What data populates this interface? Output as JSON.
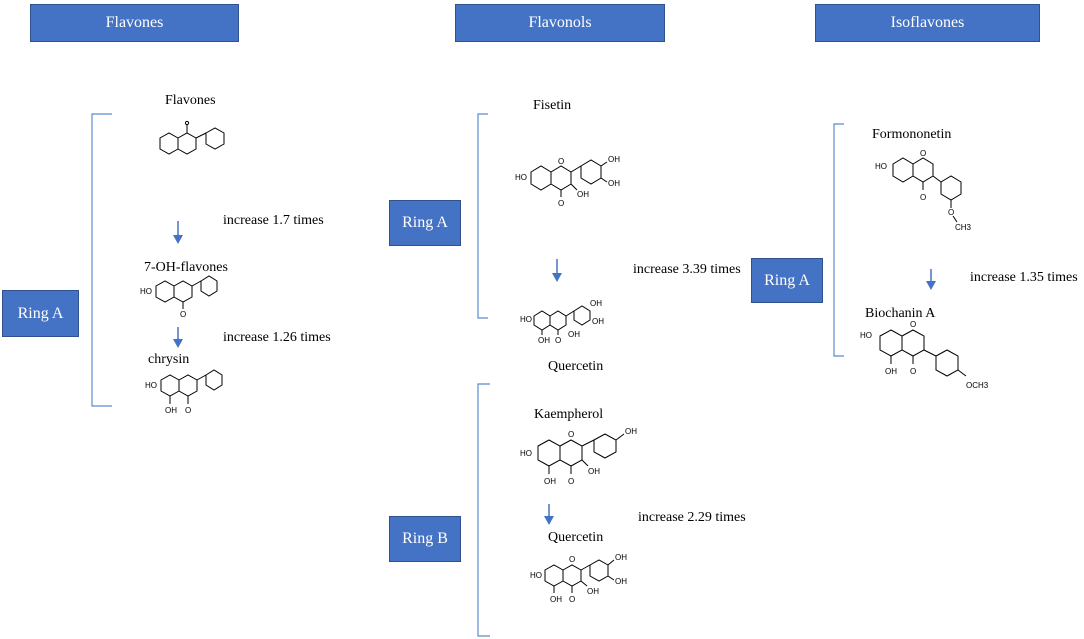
{
  "headers": {
    "flavones": "Flavones",
    "flavonols": "Flavonols",
    "isoflavones": "Isoflavones"
  },
  "rings": {
    "flavones_ring_a": "Ring A",
    "flavonols_ring_a": "Ring A",
    "flavonols_ring_b": "Ring B",
    "isoflavones_ring_a": "Ring A"
  },
  "compounds": {
    "flavones": "Flavones",
    "oh7_flavones": "7-OH-flavones",
    "chrysin": "chrysin",
    "fisetin": "Fisetin",
    "quercetin_1": "Quercetin",
    "kaempherol": "Kaempherol",
    "quercetin_2": "Quercetin",
    "formononetin": "Formononetin",
    "biochanin_a": "Biochanin A"
  },
  "increases": {
    "flavones_step1": "increase 1.7 times",
    "flavones_step2": "increase 1.26 times",
    "fisetin_to_quercetin": "increase 3.39 times",
    "kaempherol_to_quercetin": "increase 2.29 times",
    "formononetin_to_biochanin": "increase 1.35 times"
  },
  "atom_labels": {
    "oh": "OH",
    "ho": "HO",
    "o": "O",
    "och3": "OCH3",
    "ch3": "CH3"
  },
  "colors": {
    "box_fill": "#4472C4",
    "box_border": "#2F528F",
    "bracket": "#5B8BD0",
    "arrow": "#4472C4"
  }
}
